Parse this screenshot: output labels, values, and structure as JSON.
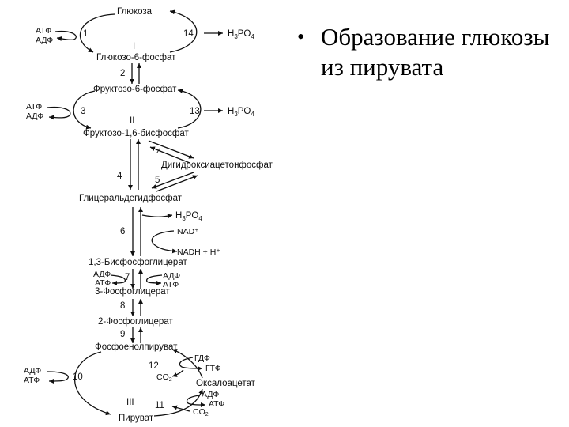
{
  "slide": {
    "bullet": "•",
    "text": "Образование глюкозы из пирувата"
  },
  "diagram": {
    "metabolites": {
      "glucose": "Глюкоза",
      "g6p": "Глюкозо-6-фосфат",
      "f6p": "Фруктозо-6-фосфат",
      "f16bp": "Фруктозо-1,6-бисфосфат",
      "dhap": "Дигидроксиацетонфосфат",
      "gap": "Глицеральдегидфосфат",
      "bpg13": "1,3-Бисфосфоглицерат",
      "pg3": "3-Фосфоглицерат",
      "pg2": "2-Фосфоглицерат",
      "pep": "Фосфоенолпируват",
      "oaa": "Оксалоацетат",
      "pyruvate": "Пируват"
    },
    "cofactors": {
      "atp": "АТФ",
      "adp": "АДФ",
      "h3po4_main": "H",
      "h3po4_sub3": "3",
      "h3po4_po": "PO",
      "h3po4_sub4": "4",
      "nad": "NAD⁺",
      "nadh": "NADH + H⁺",
      "gdp": "ГДФ",
      "gtp": "ГТФ",
      "co2_main": "CO",
      "co2_sub": "2"
    },
    "steps": {
      "s1": "1",
      "s2": "2",
      "s3": "3",
      "s4a": "4",
      "s4b": "4",
      "s5": "5",
      "s6": "6",
      "s7": "7",
      "s8": "8",
      "s9": "9",
      "s10": "10",
      "s11": "11",
      "s12": "12",
      "s13": "13",
      "s14": "14",
      "rI": "I",
      "rII": "II",
      "rIII": "III"
    }
  }
}
